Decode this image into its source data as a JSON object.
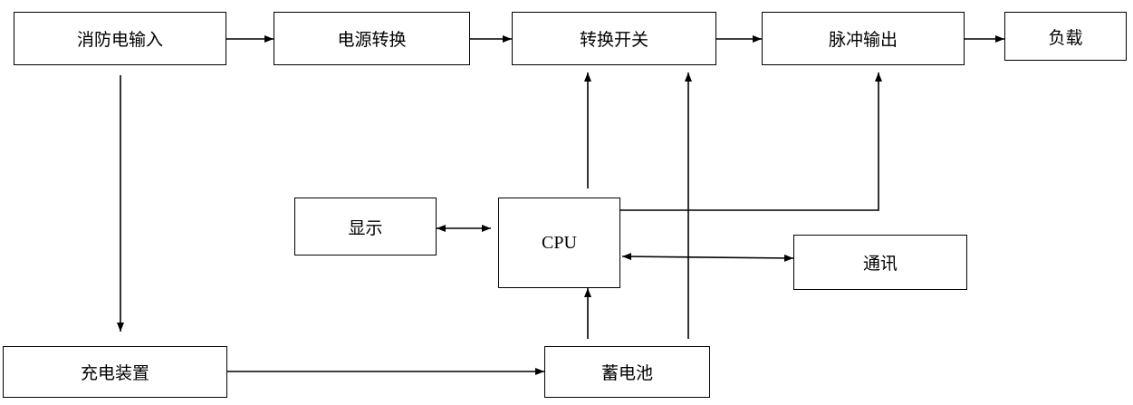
{
  "blocks": {
    "fire_input": "消防电输入",
    "power_convert": "电源转换",
    "switch": "转换开关",
    "pulse_output": "脉冲输出",
    "load": "负载",
    "display": "显示",
    "cpu": "CPU",
    "comm": "通讯",
    "charger": "充电装置",
    "battery": "蓄电池"
  },
  "style": {
    "line_color": "#000000",
    "box_border": "#000000",
    "background": "#ffffff"
  }
}
